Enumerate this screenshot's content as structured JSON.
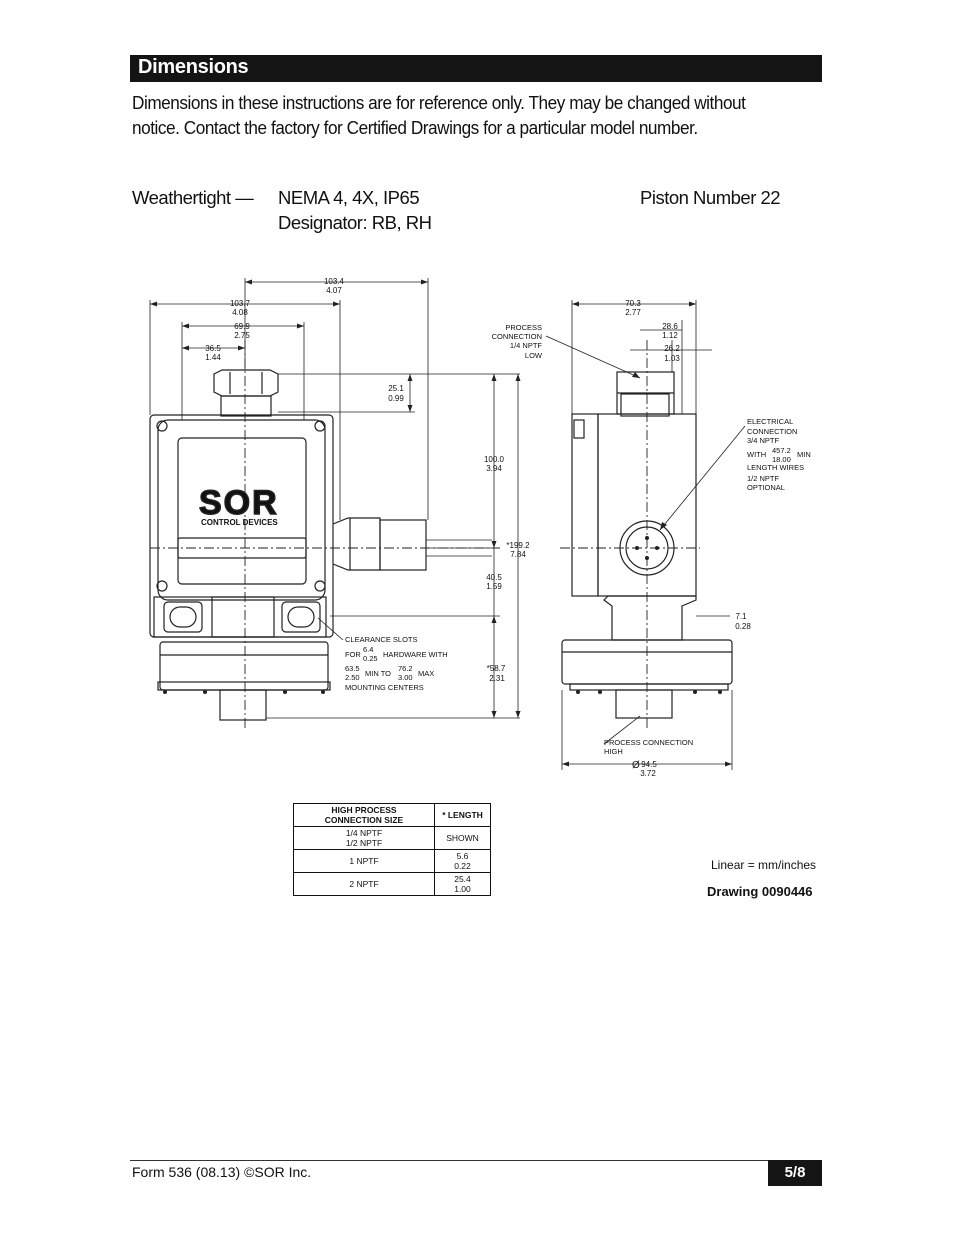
{
  "header": {
    "title": "Dimensions"
  },
  "intro": "Dimensions in these instructions are for reference only. They may be changed without notice. Contact the factory for Certified Drawings for a particular model number.",
  "rating": {
    "label": "Weathertight —",
    "nema": "NEMA 4, 4X, IP65",
    "designator": "Designator: RB, RH",
    "piston": "Piston Number 22"
  },
  "drawing": {
    "brand": "SOR",
    "brand_sub": "CONTROL   DEVICES",
    "dims": {
      "w103_4": "103.4",
      "w4_07": "4.07",
      "w103_7": "103.7",
      "w4_08": "4.08",
      "w69_9": "69.9",
      "w2_75": "2.75",
      "w36_5": "36.5",
      "w1_44": "1.44",
      "h25_1": "25.1",
      "h0_99": "0.99",
      "h100_0": "100.0",
      "h3_94": "3.94",
      "h199_2": "*199.2",
      "h7_84": "7.84",
      "h40_5": "40.5",
      "h1_59": "1.59",
      "h58_7": "*58.7",
      "h2_31": "2.31",
      "s70_3": "70.3",
      "s2_77": "2.77",
      "s28_6": "28.6",
      "s1_12": "1.12",
      "s26_2": "26.2",
      "s1_03": "1.03",
      "s7_1": "7.1",
      "s0_28": "0.28",
      "s94_5": "94.5",
      "s3_72": "3.72"
    },
    "callouts": {
      "process_low": [
        "PROCESS",
        "CONNECTION",
        "1/4 NPTF",
        "LOW"
      ],
      "electrical": [
        "ELECTRICAL",
        "CONNECTION",
        "3/4 NPTF"
      ],
      "with": "WITH",
      "wire_mm": "457.2",
      "wire_in": "18.00",
      "min": "MIN",
      "length_wires": "LENGTH WIRES",
      "half_nptf": "1/2 NPTF",
      "optional": "OPTIONAL",
      "clearance": "CLEARANCE SLOTS",
      "for": "FOR",
      "slot_mm": "6.4",
      "slot_in": "0.25",
      "hardware": "HARDWARE WITH",
      "mc_min_mm": "63.5",
      "mc_min_in": "2.50",
      "min_to": "MIN TO",
      "mc_max_mm": "76.2",
      "mc_max_in": "3.00",
      "max": "MAX",
      "mounting": "MOUNTING CENTERS",
      "process_high": [
        "PROCESS CONNECTION",
        "HIGH"
      ],
      "diameter_symbol": "Ø"
    }
  },
  "table": {
    "head": [
      "HIGH PROCESS",
      "CONNECTION SIZE",
      "* LENGTH"
    ],
    "rows": [
      {
        "size": [
          "1/4 NPTF",
          "1/2 NPTF"
        ],
        "length": [
          "SHOWN",
          ""
        ]
      },
      {
        "size": [
          "1 NPTF",
          ""
        ],
        "length": [
          "5.6",
          "0.22"
        ]
      },
      {
        "size": [
          "2 NPTF",
          ""
        ],
        "length": [
          "25.4",
          "1.00"
        ]
      }
    ]
  },
  "linear_note": "Linear = mm/inches",
  "drawing_number": "Drawing 0090446",
  "footer": {
    "form": "Form 536 (08.13) ©SOR Inc.",
    "page": "5/8"
  }
}
